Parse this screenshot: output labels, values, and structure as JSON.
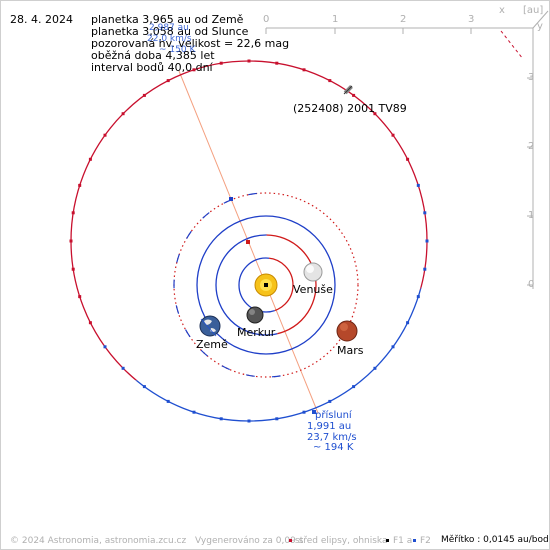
{
  "header": {
    "date": "28. 4. 2024",
    "lines": [
      "planetka 3,965 au od Země",
      "planetka 3,058 au od Slunce",
      "pozorovaná hv. velikost = 22,6 mag",
      "oběžná doba 4,385 let",
      "interval bodů 40,0 dní"
    ],
    "overlay_blue": [
      "2,987 au",
      "22,0 km/s",
      "~ 150 K"
    ]
  },
  "axes": {
    "unit": "[au]",
    "x_letter": "x",
    "y_letter": "y",
    "x_ticks": [
      "0",
      "1",
      "2",
      "3"
    ],
    "y_ticks": [
      "3",
      "2",
      "1",
      "0"
    ]
  },
  "bodies": {
    "asteroid": "(252408) 2001 TV89",
    "venus": "Venuše",
    "mercury": "Merkur",
    "earth": "Země",
    "mars": "Mars"
  },
  "perihelion": [
    "přísluní",
    "1,991 au",
    "23,7 km/s",
    "~ 194 K"
  ],
  "footer": {
    "copyright": "© 2024 Astronomia, astronomia.zcu.cz",
    "generated": "Vygenerováno za 0,09 s",
    "legend_center": "střed elipsy, ohniska",
    "legend_f1": "F1 a",
    "legend_f2": "F2",
    "scale": "Měřítko : 0,0145 au/bod"
  },
  "colors": {
    "asteroid_orbit_above": "#c8102e",
    "asteroid_orbit_below": "#1f4fd0",
    "planet_orbit_red": "#d01a1a",
    "planet_orbit_blue": "#1f3fc8",
    "apsis_line": "#f4a080",
    "axis_gray": "#b0b0b0"
  }
}
